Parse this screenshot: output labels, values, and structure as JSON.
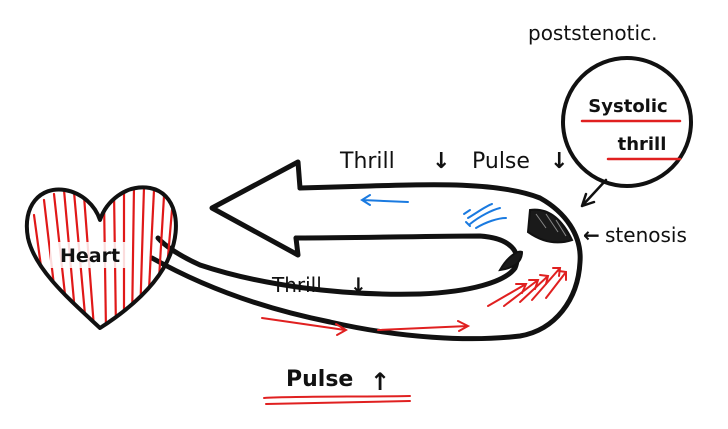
{
  "labels": {
    "heart": "Heart",
    "thrill_top": "Thrill",
    "pulse_top": "Pulse",
    "thrill_bottom": "Thrill",
    "pulse_bottom": "Pulse",
    "stenosis": "stenosis",
    "poststenotic": "poststenotic.",
    "systolic": "Systolic",
    "thrill_callout": "thrill"
  },
  "symbols": {
    "down_arrow": "↓",
    "up_arrow": "↑",
    "left_arrow": "←"
  },
  "colors": {
    "ink": "#111111",
    "heart_hatch": "#e01818",
    "high_flow": "#e02020",
    "low_flow": "#1a7ae0",
    "stenosis_fill": "#1a1a1a"
  }
}
